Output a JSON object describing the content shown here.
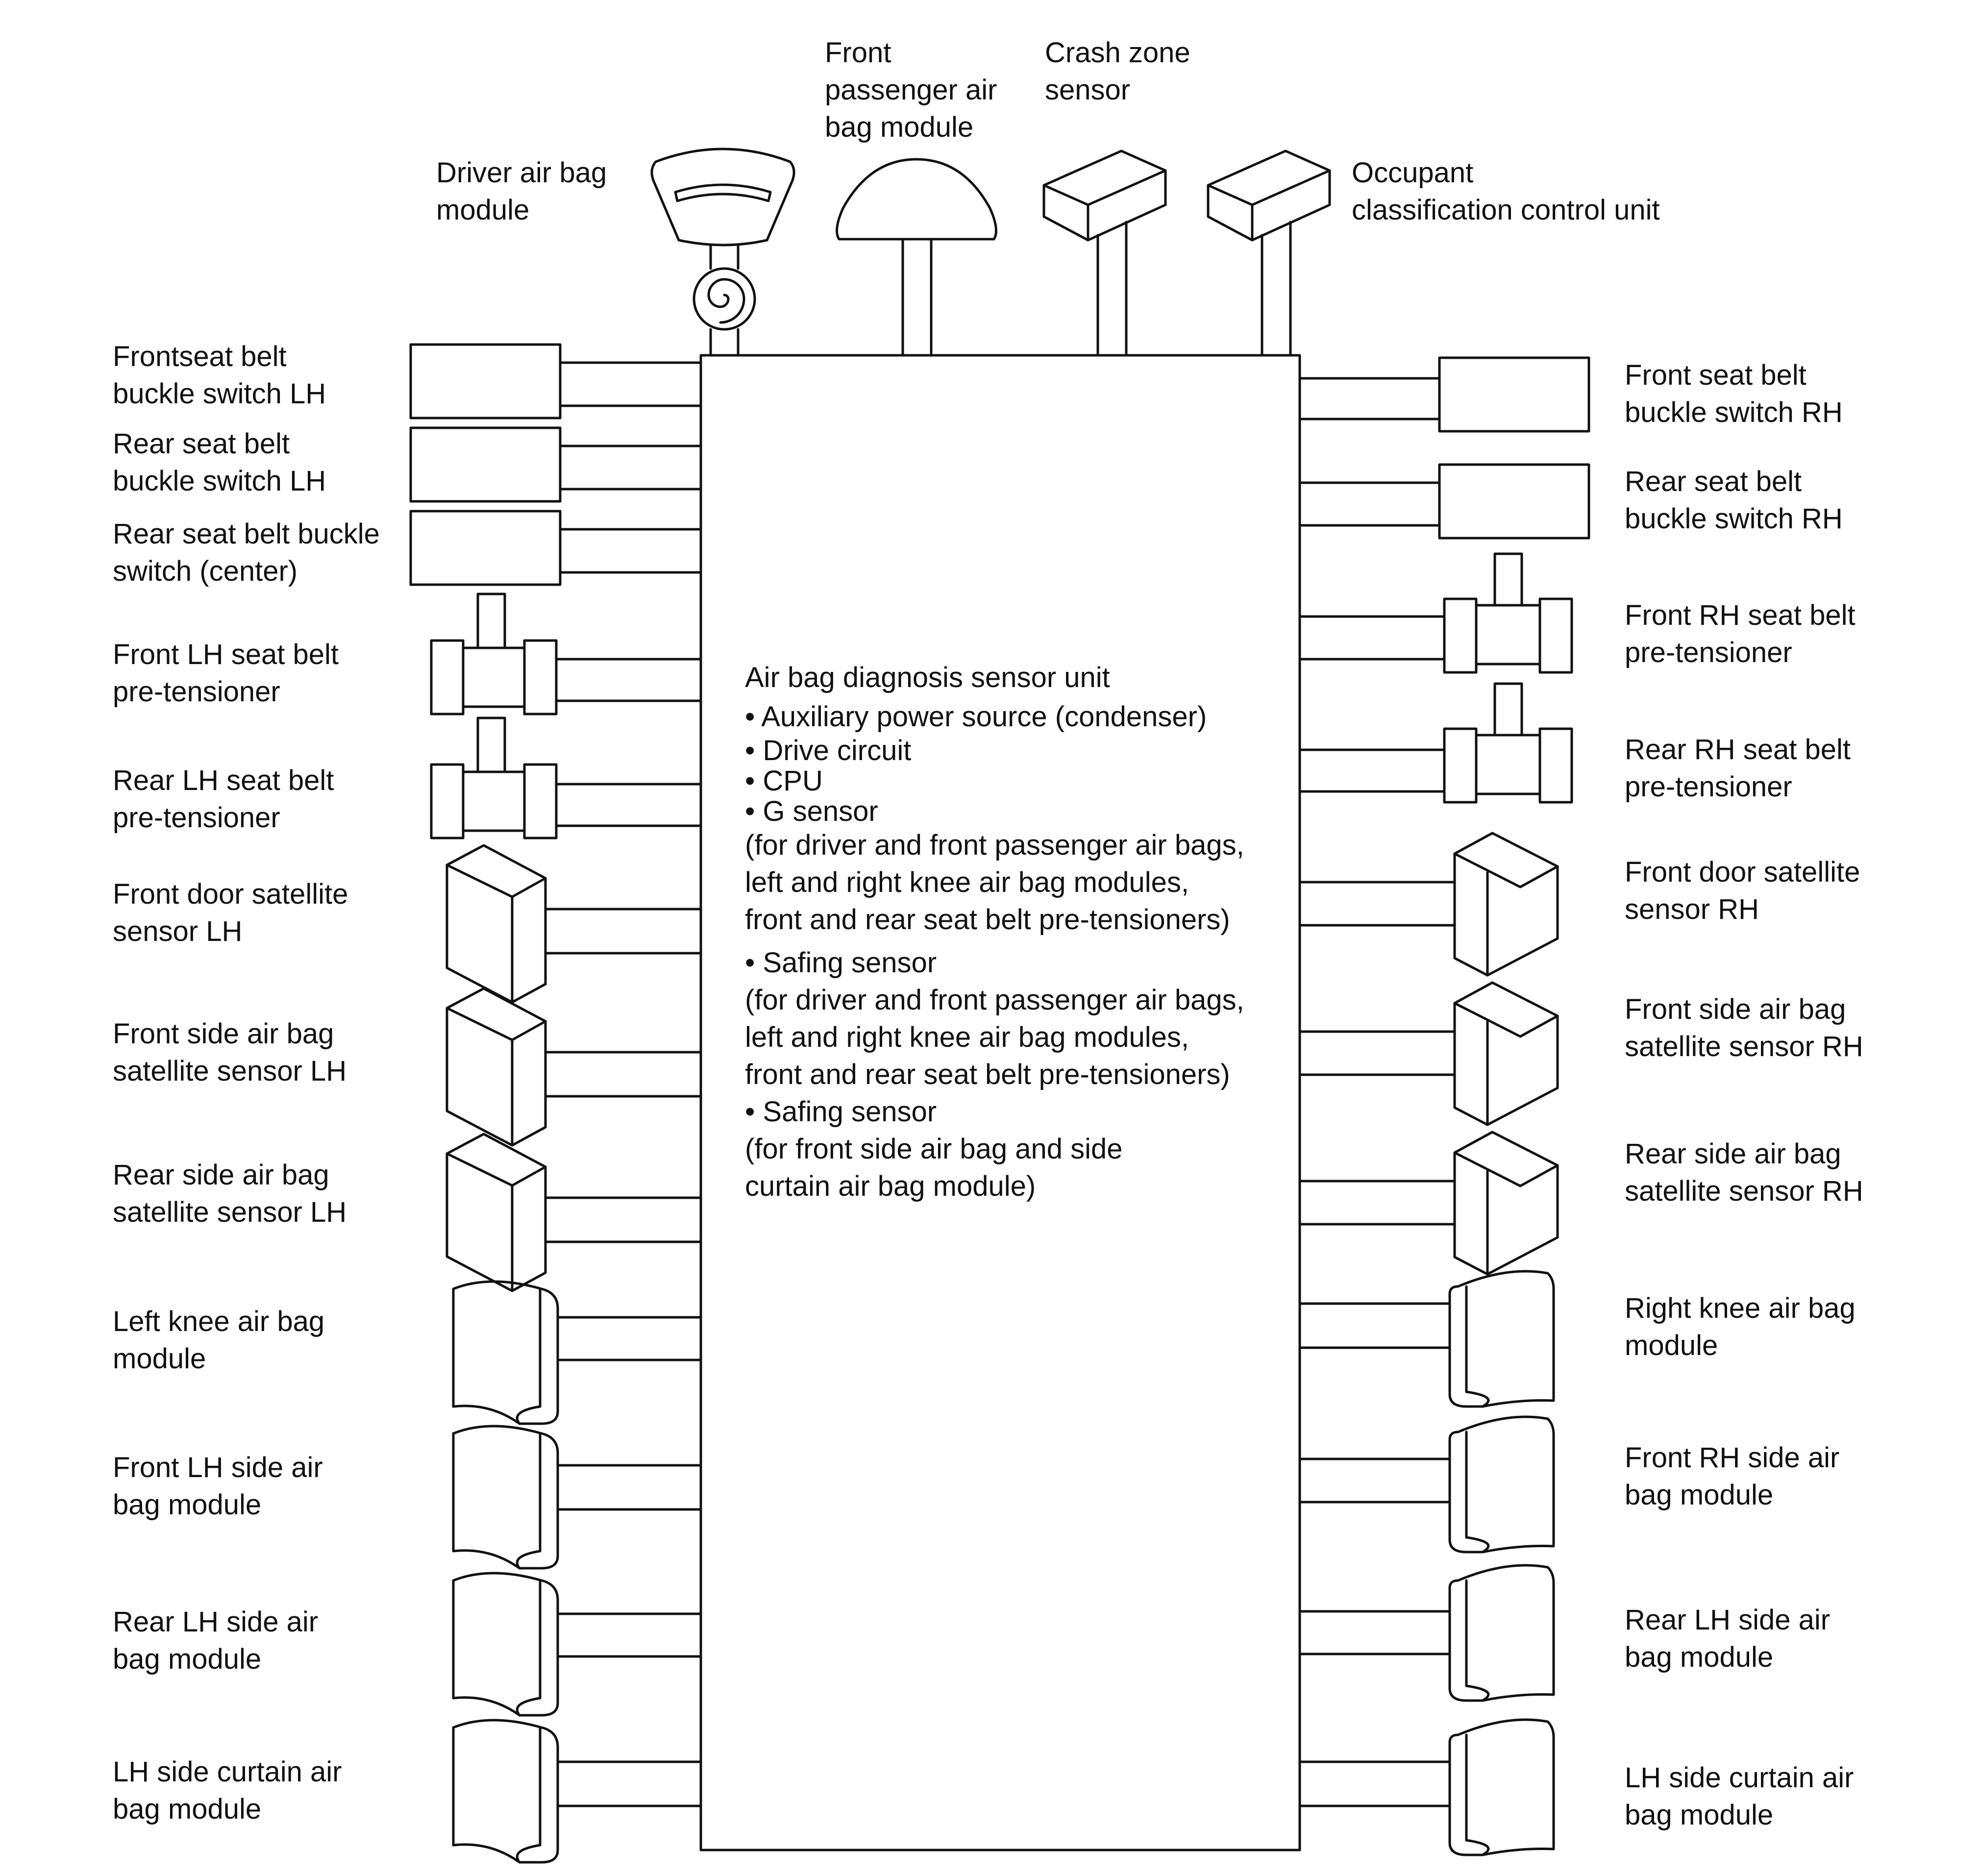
{
  "top_labels": {
    "driver_air_bag": "Driver air bag\nmodule",
    "front_passenger_air_bag": "Front\npassenger air\nbag module",
    "crash_zone_sensor": "Crash zone\nsensor",
    "occupant_classification": "Occupant\nclassification control unit"
  },
  "left_labels": [
    "Frontseat belt\nbuckle switch LH",
    "Rear seat belt\nbuckle switch LH",
    "Rear seat belt buckle\nswitch (center)",
    "Front LH seat belt\npre-tensioner",
    "Rear LH seat belt\npre-tensioner",
    "Front door satellite\nsensor LH",
    "Front side air bag\nsatellite sensor LH",
    "Rear side air bag\nsatellite sensor LH",
    "Left knee air bag\nmodule",
    "Front LH side air\nbag module",
    "Rear LH side air\nbag module",
    "LH side curtain air\nbag module"
  ],
  "right_labels": [
    "Front seat belt\nbuckle switch RH",
    "Rear seat belt\nbuckle switch RH",
    "Front RH seat belt\npre-tensioner",
    "Rear RH seat belt\npre-tensioner",
    "Front door satellite\nsensor RH",
    "Front side air bag\nsatellite sensor RH",
    "Rear side air bag\nsatellite sensor RH",
    "Right knee air bag\nmodule",
    "Front RH side air\nbag module",
    "Rear LH side air\nbag module",
    "LH side curtain air\nbag module"
  ],
  "unit": {
    "title": "Air bag diagnosis sensor unit",
    "bullet_1": "• Auxiliary power source (condenser)",
    "bullet_2": "• Drive circuit",
    "bullet_3": "• CPU",
    "bullet_4": "• G sensor",
    "g_sensor_note_1": "(for driver and front passenger air bags,",
    "g_sensor_note_2": "left and right knee air bag modules,",
    "g_sensor_note_3": "front and rear seat belt pre-tensioners)",
    "bullet_5": "• Safing sensor",
    "safing_note_1": "(for driver and front passenger air bags,",
    "safing_note_2": "left and right knee air bag modules,",
    "safing_note_3": "front and rear seat belt pre-tensioners)",
    "bullet_6": "• Safing sensor",
    "side_safing_note_1": "(for front side air bag and side",
    "side_safing_note_2": "curtain air bag module)"
  }
}
